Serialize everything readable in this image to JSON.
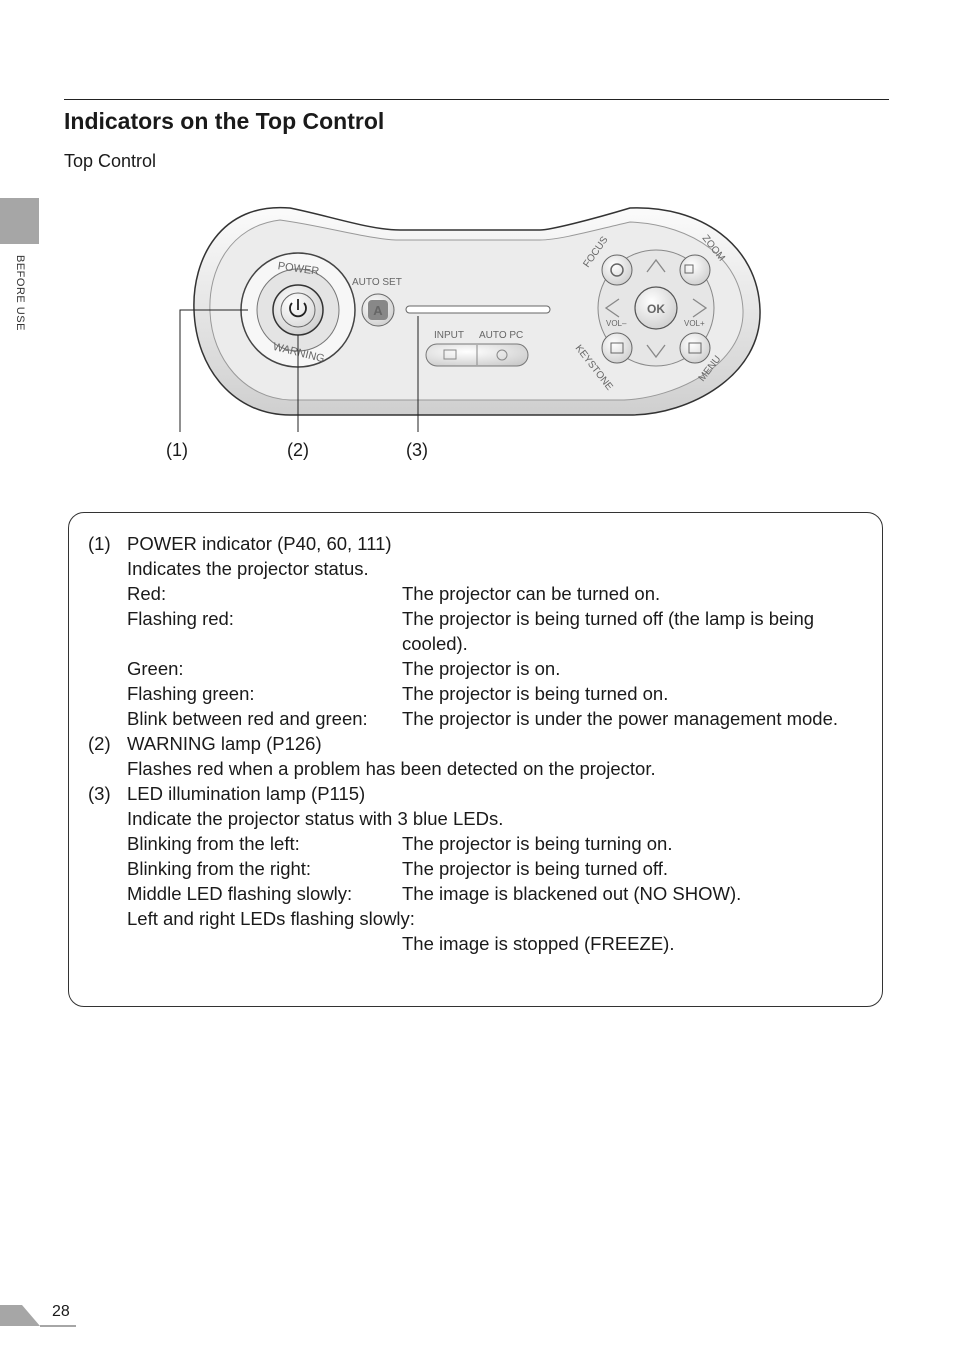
{
  "header": {
    "title": "Indicators on the Top Control",
    "subtitle": "Top Control",
    "side_label": "BEFORE USE"
  },
  "diagram": {
    "power_label": "POWER",
    "warning_label": "WARNING",
    "auto_set_label": "AUTO SET",
    "auto_set_key": "A",
    "input_label": "INPUT",
    "auto_pc_label": "AUTO PC",
    "focus_label": "FOCUS",
    "zoom_label": "ZOOM",
    "keystone_label": "KEYSTONE",
    "menu_label": "MENU",
    "ok_label": "OK",
    "vol_minus_label": "VOL–",
    "vol_plus_label": "VOL+",
    "callouts": [
      "(1)",
      "(2)",
      "(3)"
    ]
  },
  "box": {
    "item1": {
      "num": "(1)",
      "title": "POWER indicator (P40, 60, 111)",
      "intro": "Indicates the projector status.",
      "rows": [
        {
          "label": "Red:",
          "desc": "The projector can be turned on."
        },
        {
          "label": "Flashing red:",
          "desc": "The projector is being turned off (the lamp is being cooled)."
        },
        {
          "label": "Green:",
          "desc": "The projector is on."
        },
        {
          "label": "Flashing green:",
          "desc": "The projector is being turned on."
        },
        {
          "label": "Blink between red and green:",
          "desc": "The projector is under the power management mode."
        }
      ]
    },
    "item2": {
      "num": "(2)",
      "title": "WARNING lamp (P126)",
      "desc": "Flashes red when a problem has been detected on the projector."
    },
    "item3": {
      "num": "(3)",
      "title": "LED illumination lamp (P115)",
      "intro": "Indicate the projector status with 3 blue LEDs.",
      "rows": [
        {
          "label": "Blinking from the left:",
          "desc": "The projector is being turning on."
        },
        {
          "label": "Blinking from the right:",
          "desc": "The projector is being turned off."
        },
        {
          "label": "Middle LED flashing slowly:",
          "desc": "The image is blackened out (NO SHOW)."
        }
      ],
      "long_label": "Left and right LEDs flashing slowly:",
      "long_desc": "The image is stopped (FREEZE)."
    }
  },
  "footer": {
    "page_number": "28"
  }
}
